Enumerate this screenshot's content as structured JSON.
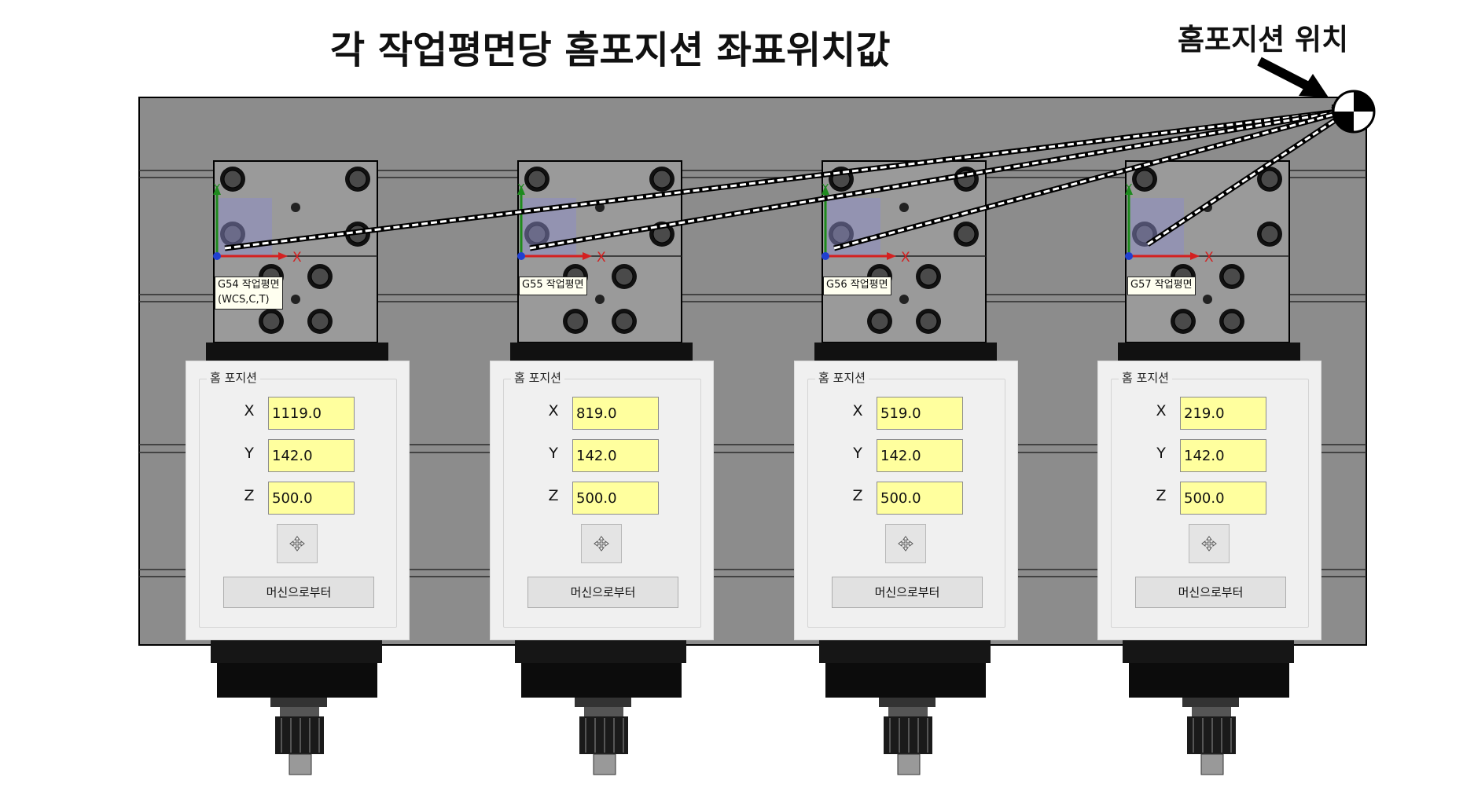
{
  "title": "각 작업평면당 홈포지션 좌표위치값",
  "home_position_label": "홈포지션 위치",
  "work_planes": [
    {
      "label_line1": "G54 작업평면",
      "label_line2": "(WCS,C,T)"
    },
    {
      "label_line1": "G55 작업평면",
      "label_line2": ""
    },
    {
      "label_line1": "G56 작업평면",
      "label_line2": ""
    },
    {
      "label_line1": "G57 작업평면",
      "label_line2": ""
    }
  ],
  "axis_glyphs": {
    "x": "X",
    "y": "Y"
  },
  "panels": [
    {
      "group_title": "홈 포지션",
      "x_label": "X",
      "y_label": "Y",
      "z_label": "Z",
      "x_value": "1119.0",
      "y_value": "142.0",
      "z_value": "500.0",
      "move_icon": "move-arrows-icon",
      "button_label": "머신으로부터"
    },
    {
      "group_title": "홈 포지션",
      "x_label": "X",
      "y_label": "Y",
      "z_label": "Z",
      "x_value": "819.0",
      "y_value": "142.0",
      "z_value": "500.0",
      "move_icon": "move-arrows-icon",
      "button_label": "머신으로부터"
    },
    {
      "group_title": "홈 포지션",
      "x_label": "X",
      "y_label": "Y",
      "z_label": "Z",
      "x_value": "519.0",
      "y_value": "142.0",
      "z_value": "500.0",
      "move_icon": "move-arrows-icon",
      "button_label": "머신으로부터"
    },
    {
      "group_title": "홈 포지션",
      "x_label": "X",
      "y_label": "Y",
      "z_label": "Z",
      "x_value": "219.0",
      "y_value": "142.0",
      "z_value": "500.0",
      "move_icon": "move-arrows-icon",
      "button_label": "머신으로부터"
    }
  ],
  "colors": {
    "plate": "#8c8c8c",
    "fixture": "#9a9a9a",
    "field_bg": "#ffff9e",
    "axis_x": "#d42020",
    "axis_y": "#1e8a1e",
    "arrow": "#ffffff"
  }
}
